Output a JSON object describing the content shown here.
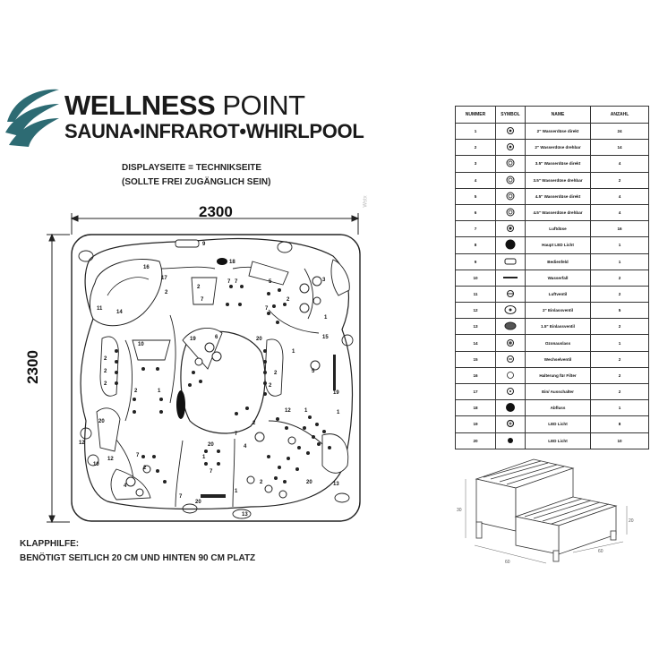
{
  "logo": {
    "title_bold": "WELLNESS",
    "title_thin": "POINT",
    "subtitle": "SAUNA•INFRAROT•WHIRLPOOL",
    "colors": {
      "teal": "#2d6b73",
      "dark": "#1a1a1a"
    }
  },
  "display_note": {
    "line1": "DISPLAYSEITE = TECHNIKSEITE",
    "line2": "(SOLLTE FREI ZUGÄNGLICH SEIN)"
  },
  "dimensions": {
    "width": "2300",
    "height": "2300",
    "watermark": "Wstx"
  },
  "bottom_note": {
    "line1": "KLAPPHILFE:",
    "line2": "BENÖTIGT SEITLICH 20 CM UND HINTEN 90 CM PLATZ"
  },
  "legend": {
    "headers": [
      "NUMMER",
      "SYMBOL",
      "NAME",
      "ANZAHL"
    ],
    "rows": [
      {
        "nr": "1",
        "symbol": "jet-small",
        "name": "2\" Wasserdüse direkt",
        "count": "24"
      },
      {
        "nr": "2",
        "symbol": "jet-small",
        "name": "2\" Wasserdüse drehbar",
        "count": "14"
      },
      {
        "nr": "3",
        "symbol": "jet-medium",
        "name": "3.5\" Wasserdüse direkt",
        "count": "4"
      },
      {
        "nr": "4",
        "symbol": "jet-medium",
        "name": "3.5\" Wasserdüse drehbar",
        "count": "2"
      },
      {
        "nr": "5",
        "symbol": "jet-medium",
        "name": "4.5\" Wasserdüse direkt",
        "count": "4"
      },
      {
        "nr": "6",
        "symbol": "jet-medium",
        "name": "4.5\" Wasserdüse drehbar",
        "count": "4"
      },
      {
        "nr": "7",
        "symbol": "air-jet",
        "name": "Luftdüse",
        "count": "16"
      },
      {
        "nr": "8",
        "symbol": "main-led",
        "name": "Haupt LED Licht",
        "count": "1"
      },
      {
        "nr": "9",
        "symbol": "panel",
        "name": "Bedienfeld",
        "count": "1"
      },
      {
        "nr": "10",
        "symbol": "waterfall",
        "name": "Wasserfall",
        "count": "2"
      },
      {
        "nr": "11",
        "symbol": "air-valve",
        "name": "Luftventil",
        "count": "2"
      },
      {
        "nr": "12",
        "symbol": "valve-2",
        "name": "2\" Einlassventil",
        "count": "5"
      },
      {
        "nr": "13",
        "symbol": "valve-15",
        "name": "1.5\" Einlassventil",
        "count": "2"
      },
      {
        "nr": "14",
        "symbol": "ozone",
        "name": "Ozonauslass",
        "count": "1"
      },
      {
        "nr": "15",
        "symbol": "switch-valve",
        "name": "Wechselventil",
        "count": "2"
      },
      {
        "nr": "16",
        "symbol": "filter-holder",
        "name": "Halterung für Filter",
        "count": "2"
      },
      {
        "nr": "17",
        "symbol": "on-off",
        "name": "Ein/ Ausschalter",
        "count": "2"
      },
      {
        "nr": "18",
        "symbol": "drain",
        "name": "Abfluss",
        "count": "1"
      },
      {
        "nr": "19",
        "symbol": "led-ring",
        "name": "LED Licht",
        "count": "8"
      },
      {
        "nr": "20",
        "symbol": "led-dot",
        "name": "LED Licht",
        "count": "10"
      }
    ]
  },
  "steps": {
    "dim_height": "30",
    "dim_step_height": "20",
    "dim_width": "60",
    "dim_depth": "60"
  },
  "tub_labels": {
    "jet_numbers": [
      "1",
      "2",
      "7",
      "5",
      "10",
      "11",
      "12",
      "14",
      "15",
      "16",
      "17",
      "18",
      "19",
      "20"
    ]
  }
}
